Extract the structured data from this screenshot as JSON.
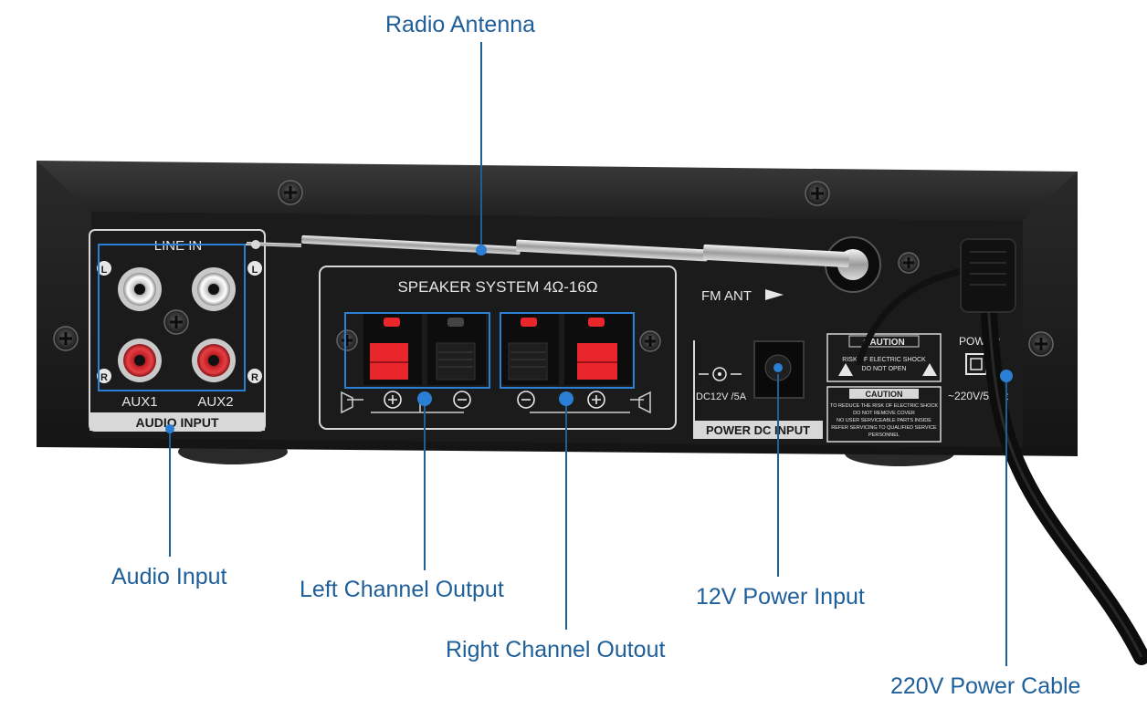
{
  "callouts": {
    "radio_antenna": "Radio Antenna",
    "audio_input": "Audio Input",
    "left_channel": "Left Channel Output",
    "right_channel": "Right Channel Outout",
    "power_12v": "12V Power Input",
    "power_220v": "220V Power Cable"
  },
  "panel": {
    "line_in": "LINE IN",
    "label_l": "L",
    "label_r": "R",
    "aux1": "AUX1",
    "aux2": "AUX2",
    "audio_input": "AUDIO INPUT",
    "speaker_system": "SPEAKER SYSTEM 4Ω-16Ω",
    "fm_ant": "FM ANT",
    "dc_spec": "DC12V /5A",
    "power_dc_input": "POWER DC INPUT",
    "caution_title": "CAUTION",
    "caution_line1": "RISK OF ELECTRIC SHOCK",
    "caution_line2": "DO NOT OPEN",
    "caution2_title": "CAUTION",
    "caution2_text": [
      "TO REDUCE THE RISK OF ELECTRIC SHOCK",
      "DO NOT REMOVE COVER",
      "NO USER SERVICEABLE PARTS INSIDE",
      "REFER SERVICING TO QUALIFIED SERVICE",
      "PERSONNEL"
    ],
    "power_label": "POWER",
    "ac_spec": "~220V/50Hz"
  },
  "colors": {
    "callout_blue": "#1f5f99",
    "highlight_blue": "#2a7fd4",
    "chassis": "#1a1a1a",
    "terminal_red": "#e8262b"
  }
}
